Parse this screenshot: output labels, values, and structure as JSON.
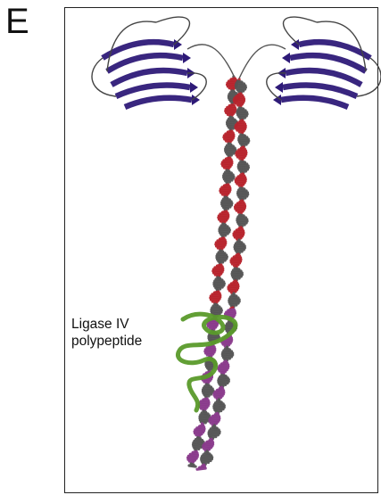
{
  "panel": {
    "letter": "E"
  },
  "annotation": {
    "line1": "Ligase IV",
    "line2": "polypeptide"
  },
  "colors": {
    "globular_domain": "#2e1a78",
    "coiled_coil": "#b8232c",
    "coiled_coil_lower": "#8a3a8c",
    "ligase_peptide": "#5a9a2a",
    "outline": "#222222"
  },
  "icons": [
    "protein-ribbon-structure"
  ]
}
